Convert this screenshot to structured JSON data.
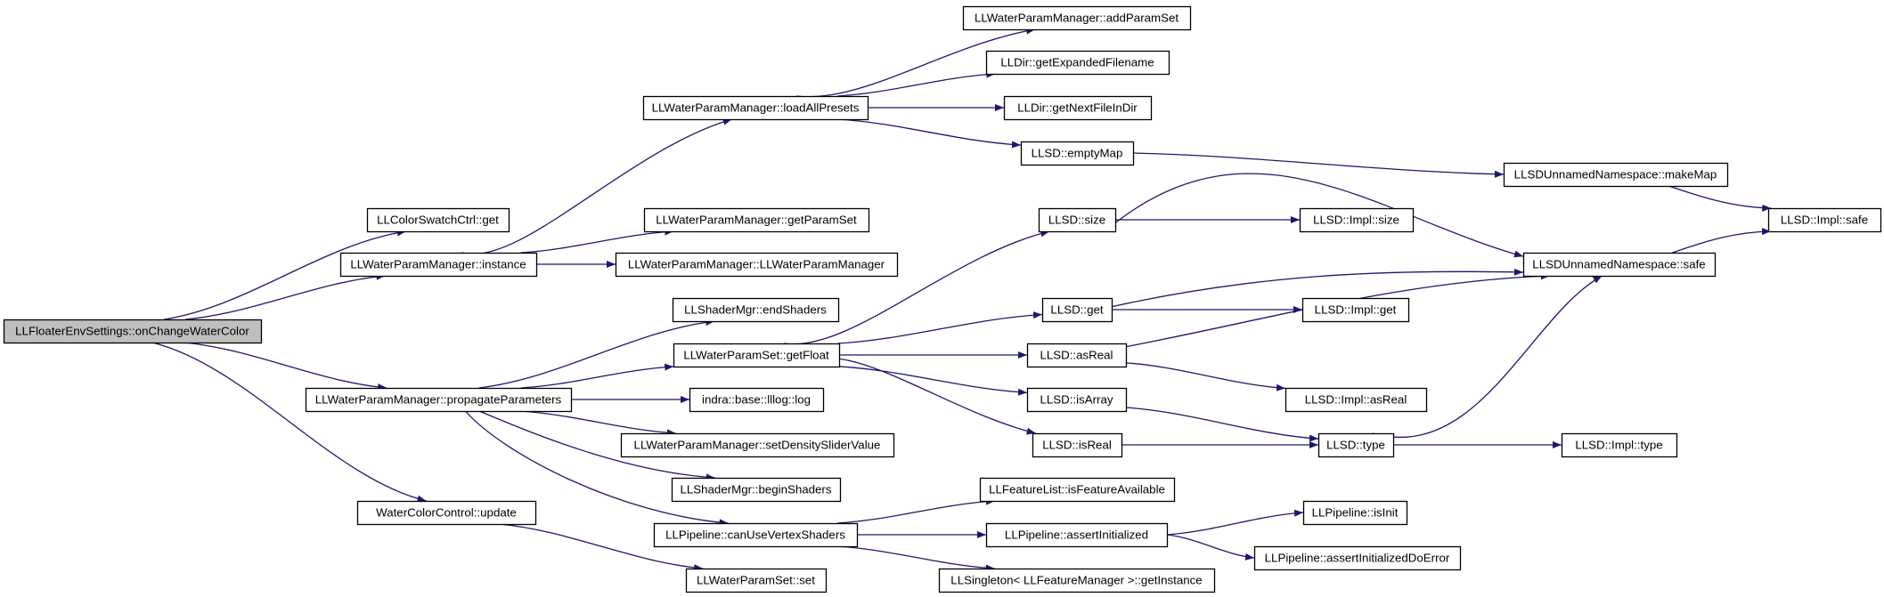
{
  "colors": {
    "edge": "#191970",
    "node_border": "#000000",
    "node_fill": "#ffffff",
    "root_fill": "#bfbfbf",
    "background": "#ffffff"
  },
  "nodes": [
    {
      "id": "onChangeWaterColor",
      "label": "LLFloaterEnvSettings::onChangeWaterColor",
      "root": true
    },
    {
      "id": "colorSwatchGet",
      "label": "LLColorSwatchCtrl::get"
    },
    {
      "id": "wpmInstance",
      "label": "LLWaterParamManager::instance"
    },
    {
      "id": "propagateParameters",
      "label": "LLWaterParamManager::propagateParameters"
    },
    {
      "id": "waterColorUpdate",
      "label": "WaterColorControl::update"
    },
    {
      "id": "loadAllPresets",
      "label": "LLWaterParamManager::loadAllPresets"
    },
    {
      "id": "getParamSet",
      "label": "LLWaterParamManager::getParamSet"
    },
    {
      "id": "wpmCtor",
      "label": "LLWaterParamManager::LLWaterParamManager"
    },
    {
      "id": "endShaders",
      "label": "LLShaderMgr::endShaders"
    },
    {
      "id": "getFloat",
      "label": "LLWaterParamSet::getFloat"
    },
    {
      "id": "llogLog",
      "label": "indra::base::lllog::log"
    },
    {
      "id": "setDensitySlider",
      "label": "LLWaterParamManager::setDensitySliderValue"
    },
    {
      "id": "beginShaders",
      "label": "LLShaderMgr::beginShaders"
    },
    {
      "id": "canUseVertexShaders",
      "label": "LLPipeline::canUseVertexShaders"
    },
    {
      "id": "wpsSet",
      "label": "LLWaterParamSet::set"
    },
    {
      "id": "addParamSet",
      "label": "LLWaterParamManager::addParamSet"
    },
    {
      "id": "getExpandedFilename",
      "label": "LLDir::getExpandedFilename"
    },
    {
      "id": "getNextFileInDir",
      "label": "LLDir::getNextFileInDir"
    },
    {
      "id": "emptyMap",
      "label": "LLSD::emptyMap"
    },
    {
      "id": "llsdSize",
      "label": "LLSD::size"
    },
    {
      "id": "llsdGet",
      "label": "LLSD::get"
    },
    {
      "id": "llsdAsReal",
      "label": "LLSD::asReal"
    },
    {
      "id": "llsdIsArray",
      "label": "LLSD::isArray"
    },
    {
      "id": "llsdIsReal",
      "label": "LLSD::isReal"
    },
    {
      "id": "isFeatureAvailable",
      "label": "LLFeatureList::isFeatureAvailable"
    },
    {
      "id": "assertInitialized",
      "label": "LLPipeline::assertInitialized"
    },
    {
      "id": "singletonGetInstance",
      "label": "LLSingleton< LLFeatureManager >::getInstance"
    },
    {
      "id": "implSize",
      "label": "LLSD::Impl::size"
    },
    {
      "id": "implGet",
      "label": "LLSD::Impl::get"
    },
    {
      "id": "implAsReal",
      "label": "LLSD::Impl::asReal"
    },
    {
      "id": "llsdType",
      "label": "LLSD::type"
    },
    {
      "id": "pipelineIsInit",
      "label": "LLPipeline::isInit"
    },
    {
      "id": "assertInitializedDoError",
      "label": "LLPipeline::assertInitializedDoError"
    },
    {
      "id": "makeMap",
      "label": "LLSDUnnamedNamespace::makeMap"
    },
    {
      "id": "unnamedSafe",
      "label": "LLSDUnnamedNamespace::safe"
    },
    {
      "id": "implType",
      "label": "LLSD::Impl::type"
    },
    {
      "id": "implSafe",
      "label": "LLSD::Impl::safe"
    }
  ],
  "edges": [
    {
      "from": "onChangeWaterColor",
      "to": "colorSwatchGet"
    },
    {
      "from": "onChangeWaterColor",
      "to": "wpmInstance"
    },
    {
      "from": "onChangeWaterColor",
      "to": "propagateParameters"
    },
    {
      "from": "onChangeWaterColor",
      "to": "waterColorUpdate"
    },
    {
      "from": "wpmInstance",
      "to": "loadAllPresets"
    },
    {
      "from": "wpmInstance",
      "to": "getParamSet"
    },
    {
      "from": "wpmInstance",
      "to": "wpmCtor"
    },
    {
      "from": "loadAllPresets",
      "to": "addParamSet"
    },
    {
      "from": "loadAllPresets",
      "to": "getExpandedFilename"
    },
    {
      "from": "loadAllPresets",
      "to": "getNextFileInDir"
    },
    {
      "from": "loadAllPresets",
      "to": "emptyMap"
    },
    {
      "from": "emptyMap",
      "to": "makeMap"
    },
    {
      "from": "makeMap",
      "to": "implSafe"
    },
    {
      "from": "propagateParameters",
      "to": "endShaders"
    },
    {
      "from": "propagateParameters",
      "to": "getFloat"
    },
    {
      "from": "propagateParameters",
      "to": "llogLog"
    },
    {
      "from": "propagateParameters",
      "to": "setDensitySlider"
    },
    {
      "from": "propagateParameters",
      "to": "beginShaders"
    },
    {
      "from": "propagateParameters",
      "to": "canUseVertexShaders"
    },
    {
      "from": "getFloat",
      "to": "llsdSize"
    },
    {
      "from": "getFloat",
      "to": "llsdGet"
    },
    {
      "from": "getFloat",
      "to": "llsdAsReal"
    },
    {
      "from": "getFloat",
      "to": "llsdIsArray"
    },
    {
      "from": "getFloat",
      "to": "llsdIsReal"
    },
    {
      "from": "llsdSize",
      "to": "implSize"
    },
    {
      "from": "llsdSize",
      "to": "unnamedSafe"
    },
    {
      "from": "llsdGet",
      "to": "implGet"
    },
    {
      "from": "llsdGet",
      "to": "unnamedSafe"
    },
    {
      "from": "llsdAsReal",
      "to": "implAsReal"
    },
    {
      "from": "llsdAsReal",
      "to": "unnamedSafe"
    },
    {
      "from": "llsdIsArray",
      "to": "llsdType"
    },
    {
      "from": "llsdIsReal",
      "to": "llsdType"
    },
    {
      "from": "llsdType",
      "to": "implType"
    },
    {
      "from": "llsdType",
      "to": "unnamedSafe"
    },
    {
      "from": "unnamedSafe",
      "to": "implSafe"
    },
    {
      "from": "canUseVertexShaders",
      "to": "isFeatureAvailable"
    },
    {
      "from": "canUseVertexShaders",
      "to": "assertInitialized"
    },
    {
      "from": "canUseVertexShaders",
      "to": "singletonGetInstance"
    },
    {
      "from": "assertInitialized",
      "to": "pipelineIsInit"
    },
    {
      "from": "assertInitialized",
      "to": "assertInitializedDoError"
    },
    {
      "from": "waterColorUpdate",
      "to": "wpsSet"
    }
  ]
}
